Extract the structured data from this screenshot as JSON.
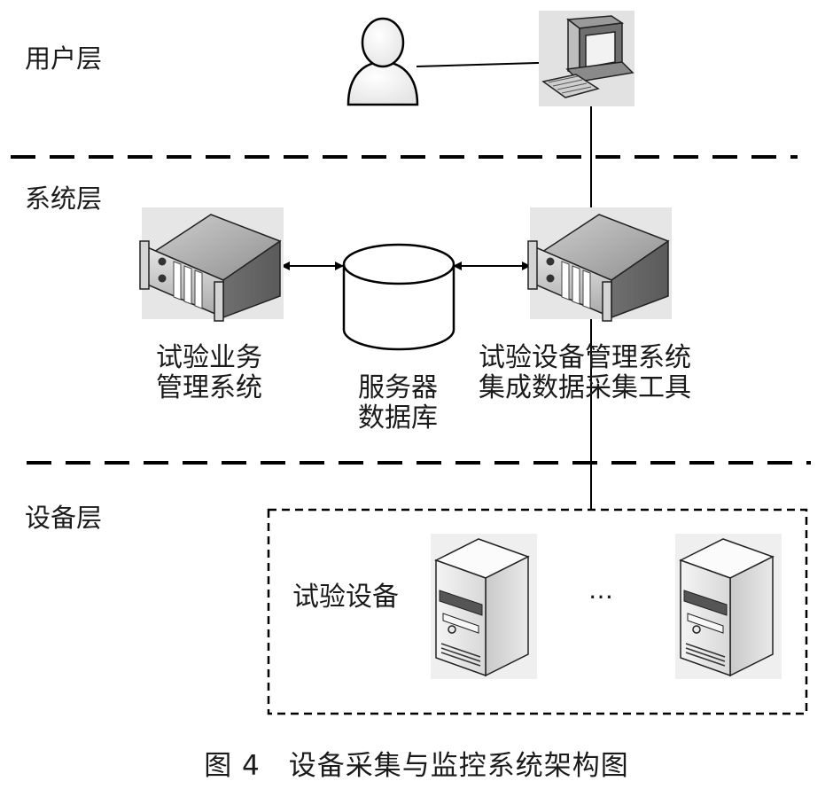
{
  "layers": {
    "user": "用户层",
    "system": "系统层",
    "device": "设备层"
  },
  "nodes": {
    "business_system": {
      "line1": "试验业务",
      "line2": "管理系统"
    },
    "database": {
      "line1": "服务器",
      "line2": "数据库"
    },
    "collector": {
      "line1": "试验设备管理系统",
      "line2": "集成数据采集工具"
    },
    "devices": {
      "label": "试验设备",
      "ellipsis": "…"
    }
  },
  "caption": "图 4　设备采集与监控系统架构图",
  "icons": {
    "user": "user-icon",
    "computer": "computer-icon",
    "server": "rack-server-icon",
    "database": "database-icon",
    "tower": "tower-server-icon"
  }
}
